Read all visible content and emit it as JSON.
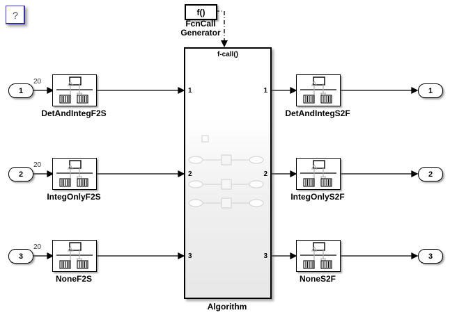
{
  "help_button": {
    "label": "?"
  },
  "fcncall_generator": {
    "block_text": "f()",
    "name_line1": "FcnCall",
    "name_line2": "Generator"
  },
  "algorithm_block": {
    "name": "Algorithm",
    "fcall_port_label": "f-call()",
    "left_port_numbers": [
      "1",
      "2",
      "3"
    ],
    "right_port_numbers": [
      "1",
      "2",
      "3"
    ]
  },
  "rows": [
    {
      "inport": "1",
      "signal_width": "20",
      "f2s_label": "DetAndIntegF2S",
      "s2f_label": "DetAndIntegS2F",
      "outport": "1"
    },
    {
      "inport": "2",
      "signal_width": "20",
      "f2s_label": "IntegOnlyF2S",
      "s2f_label": "IntegOnlyS2F",
      "outport": "2"
    },
    {
      "inport": "3",
      "signal_width": "20",
      "f2s_label": "NoneF2S",
      "s2f_label": "NoneS2F",
      "outport": "3"
    }
  ],
  "colors": {
    "wire": "#000000",
    "block_border": "#000000",
    "block_fill": "#ffffff",
    "algorithm_gradient_top": "#ffffff",
    "algorithm_gradient_bottom": "#e7e7e7",
    "ghost_gray": "#d6d6d6",
    "icon_arrow_gray": "#b0b0b0",
    "help_border": "#3a3aa0"
  }
}
